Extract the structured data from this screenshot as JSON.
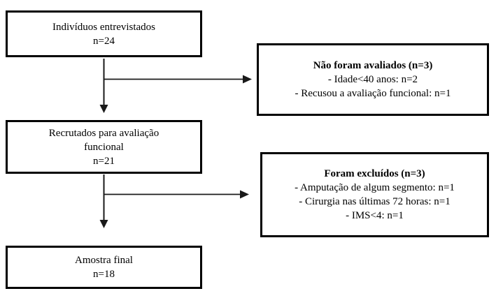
{
  "diagram": {
    "type": "flowchart",
    "colors": {
      "box_border": "#000000",
      "text": "#000000",
      "arrow": "#1a1a1a",
      "background": "#ffffff"
    },
    "boxes": {
      "interviewed": {
        "lines": [
          "Indivíduos entrevistados",
          "n=24"
        ]
      },
      "not_evaluated": {
        "title": "Não foram avaliados (n=3)",
        "lines": [
          "- Idade<40 anos: n=2",
          "- Recusou a avaliação funcional: n=1"
        ]
      },
      "recruited": {
        "lines": [
          "Recrutados para avaliação",
          "funcional",
          "n=21"
        ]
      },
      "excluded": {
        "title": "Foram excluídos (n=3)",
        "lines": [
          "- Amputação de algum segmento: n=1",
          "- Cirurgia nas últimas 72 horas: n=1",
          "- IMS<4: n=1"
        ]
      },
      "final_sample": {
        "lines": [
          "Amostra final",
          "n=18"
        ]
      }
    }
  }
}
